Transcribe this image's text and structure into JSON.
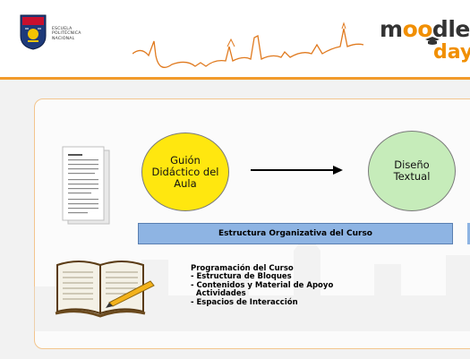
{
  "header": {
    "school_lines": [
      "ESCUELA",
      "POLITÉCNICA",
      "NACIONAL"
    ],
    "brand_moodle_a": "m",
    "brand_moodle_o": "oo",
    "brand_moodle_b": "dle",
    "brand_day": "day"
  },
  "diagram": {
    "circle_left": "Guión\nDidáctico del\nAula",
    "circle_right": "Diseño\nTextual",
    "bar_label": "Estructura Organizativa del Curso",
    "list_items": [
      "Programación del Curso",
      "- Estructura de Bloques",
      "- Contenidos y Material de Apoyo",
      "  Actividades",
      "- Espacios de Interacción"
    ]
  },
  "colors": {
    "accent_orange": "#f29b2b",
    "circle_yellow": "#ffe70f",
    "circle_green": "#c6ecba",
    "bar_blue": "#8eb4e3"
  }
}
